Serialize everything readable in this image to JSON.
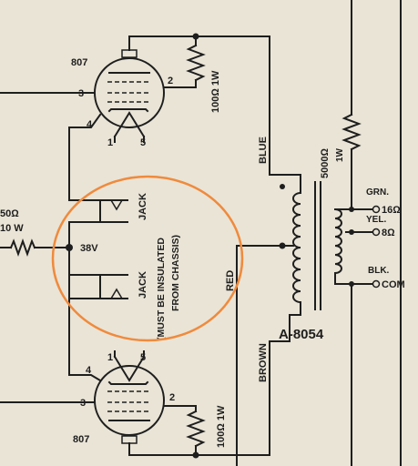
{
  "tube_top": {
    "type": "807",
    "pin_grid": "3",
    "pin_plate": "2",
    "pin_cathode": "4",
    "pin_h1": "1",
    "pin_h2": "5"
  },
  "tube_bottom": {
    "type": "807",
    "pin_grid": "3",
    "pin_plate": "2",
    "pin_cathode": "4",
    "pin_h1": "1",
    "pin_h2": "5"
  },
  "resistor_top": "100Ω 1W",
  "resistor_bottom": "100Ω 1W",
  "resistor_left_value": "50Ω",
  "resistor_left_power": "10 W",
  "resistor_right_value": "5000Ω",
  "resistor_right_power": "1W",
  "bias_voltage": "38V",
  "jack_top": "JACK",
  "jack_bottom": "JACK",
  "jack_note_1": "(MUST BE INSULATED",
  "jack_note_2": "FROM CHASSIS)",
  "wire_blue": "BLUE",
  "wire_red": "RED",
  "wire_brown": "BROWN",
  "transformer_model": "A-8054",
  "tap_green": "GRN.",
  "tap_green_ohms": "16Ω",
  "tap_yellow": "YEL.",
  "tap_yellow_ohms": "8Ω",
  "tap_black": "BLK.",
  "tap_black_label": "COM",
  "highlight_color": "#f08a3c",
  "ink_color": "#1e1e1e",
  "paper_color": "#e9e4d6"
}
